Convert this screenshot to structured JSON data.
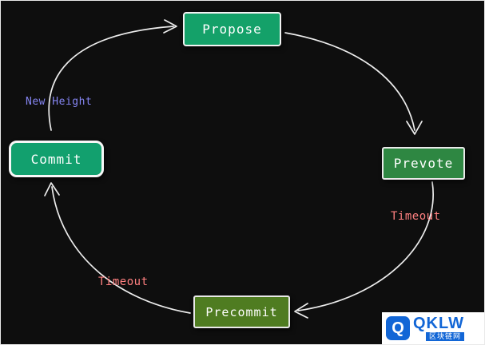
{
  "diagram": {
    "nodes": [
      {
        "id": "propose",
        "label": "Propose",
        "color": "#14a169"
      },
      {
        "id": "prevote",
        "label": "Prevote",
        "color": "#2e8742"
      },
      {
        "id": "precommit",
        "label": "Precommit",
        "color": "#4f7c21"
      },
      {
        "id": "commit",
        "label": "Commit",
        "color": "#12a06e"
      }
    ],
    "labels": {
      "new_height": {
        "text": "New Height",
        "color": "#8585f2"
      },
      "timeout_right": {
        "text": "Timeout",
        "color": "#ff8080"
      },
      "timeout_left": {
        "text": "Timeout",
        "color": "#ff8080"
      }
    },
    "edges": [
      {
        "from": "Commit",
        "to": "Propose",
        "label": "New Height"
      },
      {
        "from": "Propose",
        "to": "Prevote",
        "label": ""
      },
      {
        "from": "Prevote",
        "to": "Precommit",
        "label": "Timeout"
      },
      {
        "from": "Precommit",
        "to": "Commit",
        "label": "Timeout"
      }
    ],
    "background_color": "#0e0e0e",
    "arrow_color": "#ececec"
  },
  "logo": {
    "icon_glyph": "Q",
    "brand": "QKLW",
    "subtitle": "区块链网",
    "accent_color": "#1266d6"
  }
}
